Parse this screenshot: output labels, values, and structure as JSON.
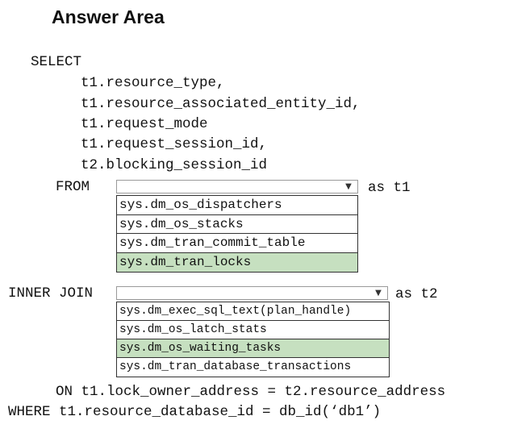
{
  "title": "Answer Area",
  "query": {
    "select_kw": "SELECT",
    "columns": [
      "t1.resource_type,",
      "t1.resource_associated_entity_id,",
      "t1.request_mode",
      "t1.request_session_id,",
      "t2.blocking_session_id"
    ],
    "from_kw": "FROM",
    "as_t1": "as t1",
    "inner_join_kw": "INNER JOIN",
    "as_t2": "as t2",
    "on_clause": "ON t1.lock_owner_address = t2.resource_address",
    "where_clause": "WHERE t1.resource_database_id = db_id(‘db1’)"
  },
  "dropdown1": {
    "value": "",
    "options": [
      {
        "label": "sys.dm_os_dispatchers",
        "selected": false
      },
      {
        "label": "sys.dm_os_stacks",
        "selected": false
      },
      {
        "label": "sys.dm_tran_commit_table",
        "selected": false
      },
      {
        "label": "sys.dm_tran_locks",
        "selected": true
      }
    ]
  },
  "dropdown2": {
    "value": "",
    "options": [
      {
        "label": "sys.dm_exec_sql_text(plan_handle)",
        "selected": false
      },
      {
        "label": "sys.dm_os_latch_stats",
        "selected": false
      },
      {
        "label": "sys.dm_os_waiting_tasks",
        "selected": true
      },
      {
        "label": "sys.dm_tran_database_transactions",
        "selected": false
      }
    ]
  },
  "colors": {
    "selected_option_bg": "#c6e0c0"
  },
  "icons": {
    "dropdown_arrow": "chevron-down-icon"
  }
}
